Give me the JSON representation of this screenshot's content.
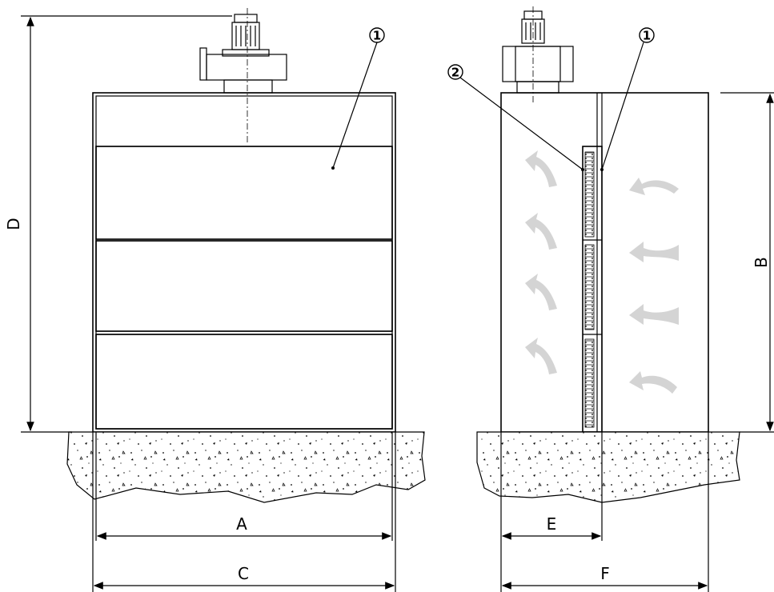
{
  "diagram": {
    "dimension_labels": {
      "A": "A",
      "B": "B",
      "C": "C",
      "D": "D",
      "E": "E",
      "F": "F"
    },
    "callouts": {
      "front_filter": "1",
      "side_filter": "1",
      "side_prefilter": "2"
    },
    "colors": {
      "line": "#000000",
      "airflow_arrow": "#d4d4d4",
      "background": "#ffffff"
    }
  }
}
